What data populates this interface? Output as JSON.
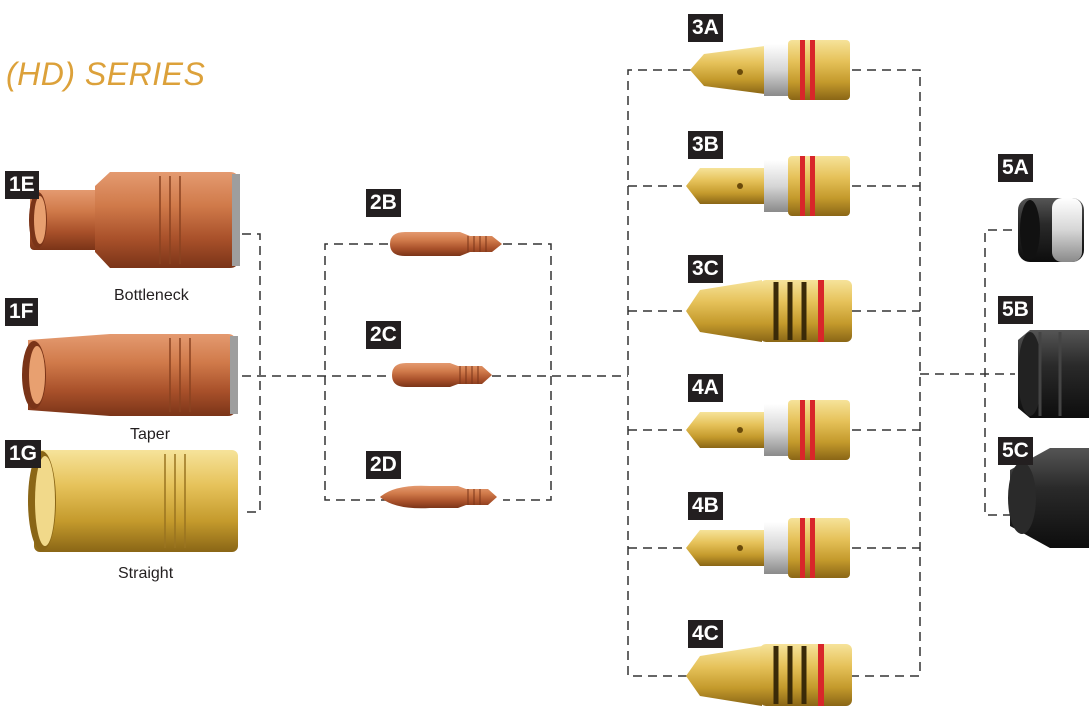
{
  "title": "(HD) SERIES",
  "parts": {
    "1E": {
      "label": "1E",
      "name": "Bottleneck"
    },
    "1F": {
      "label": "1F",
      "name": "Taper"
    },
    "1G": {
      "label": "1G",
      "name": "Straight"
    },
    "2B": {
      "label": "2B"
    },
    "2C": {
      "label": "2C"
    },
    "2D": {
      "label": "2D"
    },
    "3A": {
      "label": "3A"
    },
    "3B": {
      "label": "3B"
    },
    "3C": {
      "label": "3C"
    },
    "4A": {
      "label": "4A"
    },
    "4B": {
      "label": "4B"
    },
    "4C": {
      "label": "4C"
    },
    "5A": {
      "label": "5A"
    },
    "5B": {
      "label": "5B"
    },
    "5C": {
      "label": "5C"
    }
  },
  "colors": {
    "title": "#dca13a",
    "badge_bg": "#231f20",
    "badge_text": "#ffffff",
    "copper": "#c86a3c",
    "brass": "#e0b840",
    "insulator_red": "#d8262a",
    "black_part": "#1c1c1c",
    "connector_line": "#333333"
  }
}
